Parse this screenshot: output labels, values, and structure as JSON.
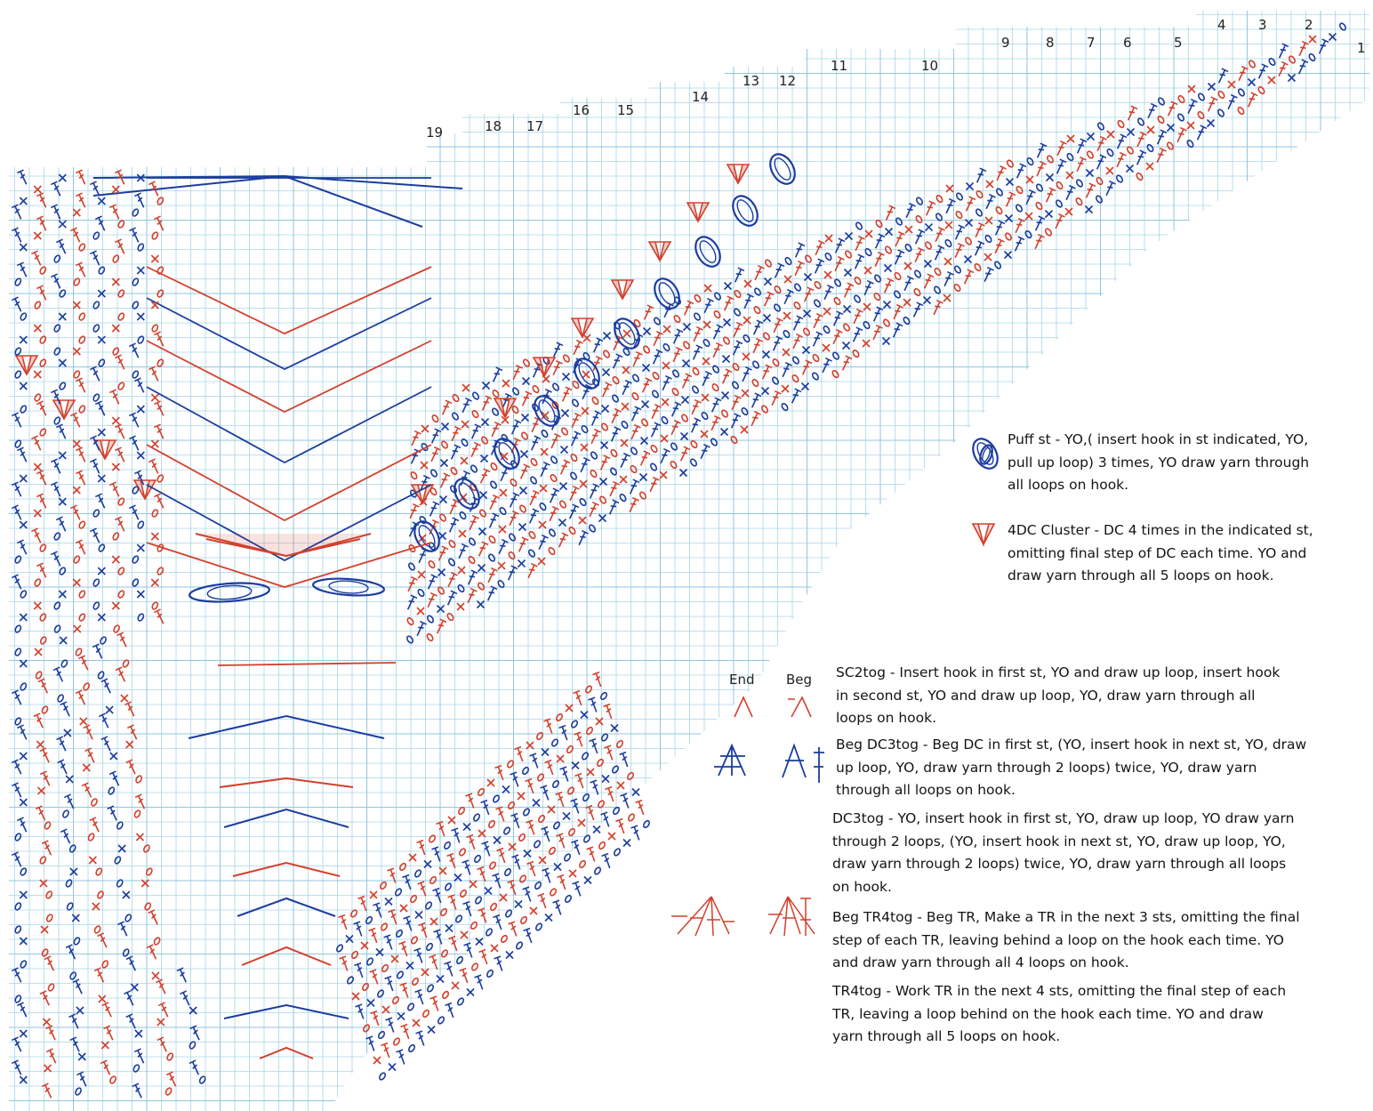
{
  "chart": {
    "colors": {
      "grid": "#a9d6e8",
      "blue": "#1b3c9e",
      "red": "#d2402c",
      "text": "#141414"
    },
    "row_numbers": [
      "1",
      "2",
      "3",
      "4",
      "5",
      "6",
      "7",
      "8",
      "9",
      "10",
      "11",
      "12",
      "13",
      "14",
      "15",
      "16",
      "17",
      "18",
      "19"
    ],
    "symbols": [
      "chain",
      "single-crochet",
      "double-crochet",
      "puff-stitch",
      "4dc-cluster",
      "sc2tog",
      "dc3tog",
      "tr4tog"
    ]
  },
  "legend": {
    "column_end": "End",
    "column_beg": "Beg",
    "puff": "Puff st - YO,( insert hook in st indicated, YO,\npull up loop) 3 times, YO draw yarn through\nall loops on hook.",
    "cluster": "4DC Cluster - DC 4 times in the indicated st,\nomitting final step of DC each time. YO and\ndraw yarn through all 5 loops on hook.",
    "sc2tog": "SC2tog - Insert hook in first st, YO and draw up loop, insert hook\nin second st, YO and draw up loop, YO, draw yarn through all\nloops on hook.",
    "begdc3tog": "Beg DC3tog - Beg DC in first st, (YO, insert hook in next st, YO, draw\nup loop, YO, draw yarn through 2 loops) twice, YO, draw yarn\nthrough all loops on hook.",
    "dc3tog": "DC3tog - YO, insert hook in first st, YO, draw up loop, YO draw yarn\nthrough 2 loops, (YO, insert hook in next st, YO, draw up loop, YO,\ndraw yarn through 2 loops) twice, YO, draw yarn through all loops\non hook.",
    "begtr4tog": "Beg TR4tog - Beg TR, Make a TR in the next 3 sts, omitting the final\nstep of each TR, leaving behind a loop on the hook each time. YO\nand draw yarn through all 4 loops on hook.",
    "tr4tog": "TR4tog - Work TR in the next 4 sts, omitting the final step of each\nTR, leaving a loop behind on the hook each time. YO and draw\nyarn through all 5 loops on hook."
  }
}
